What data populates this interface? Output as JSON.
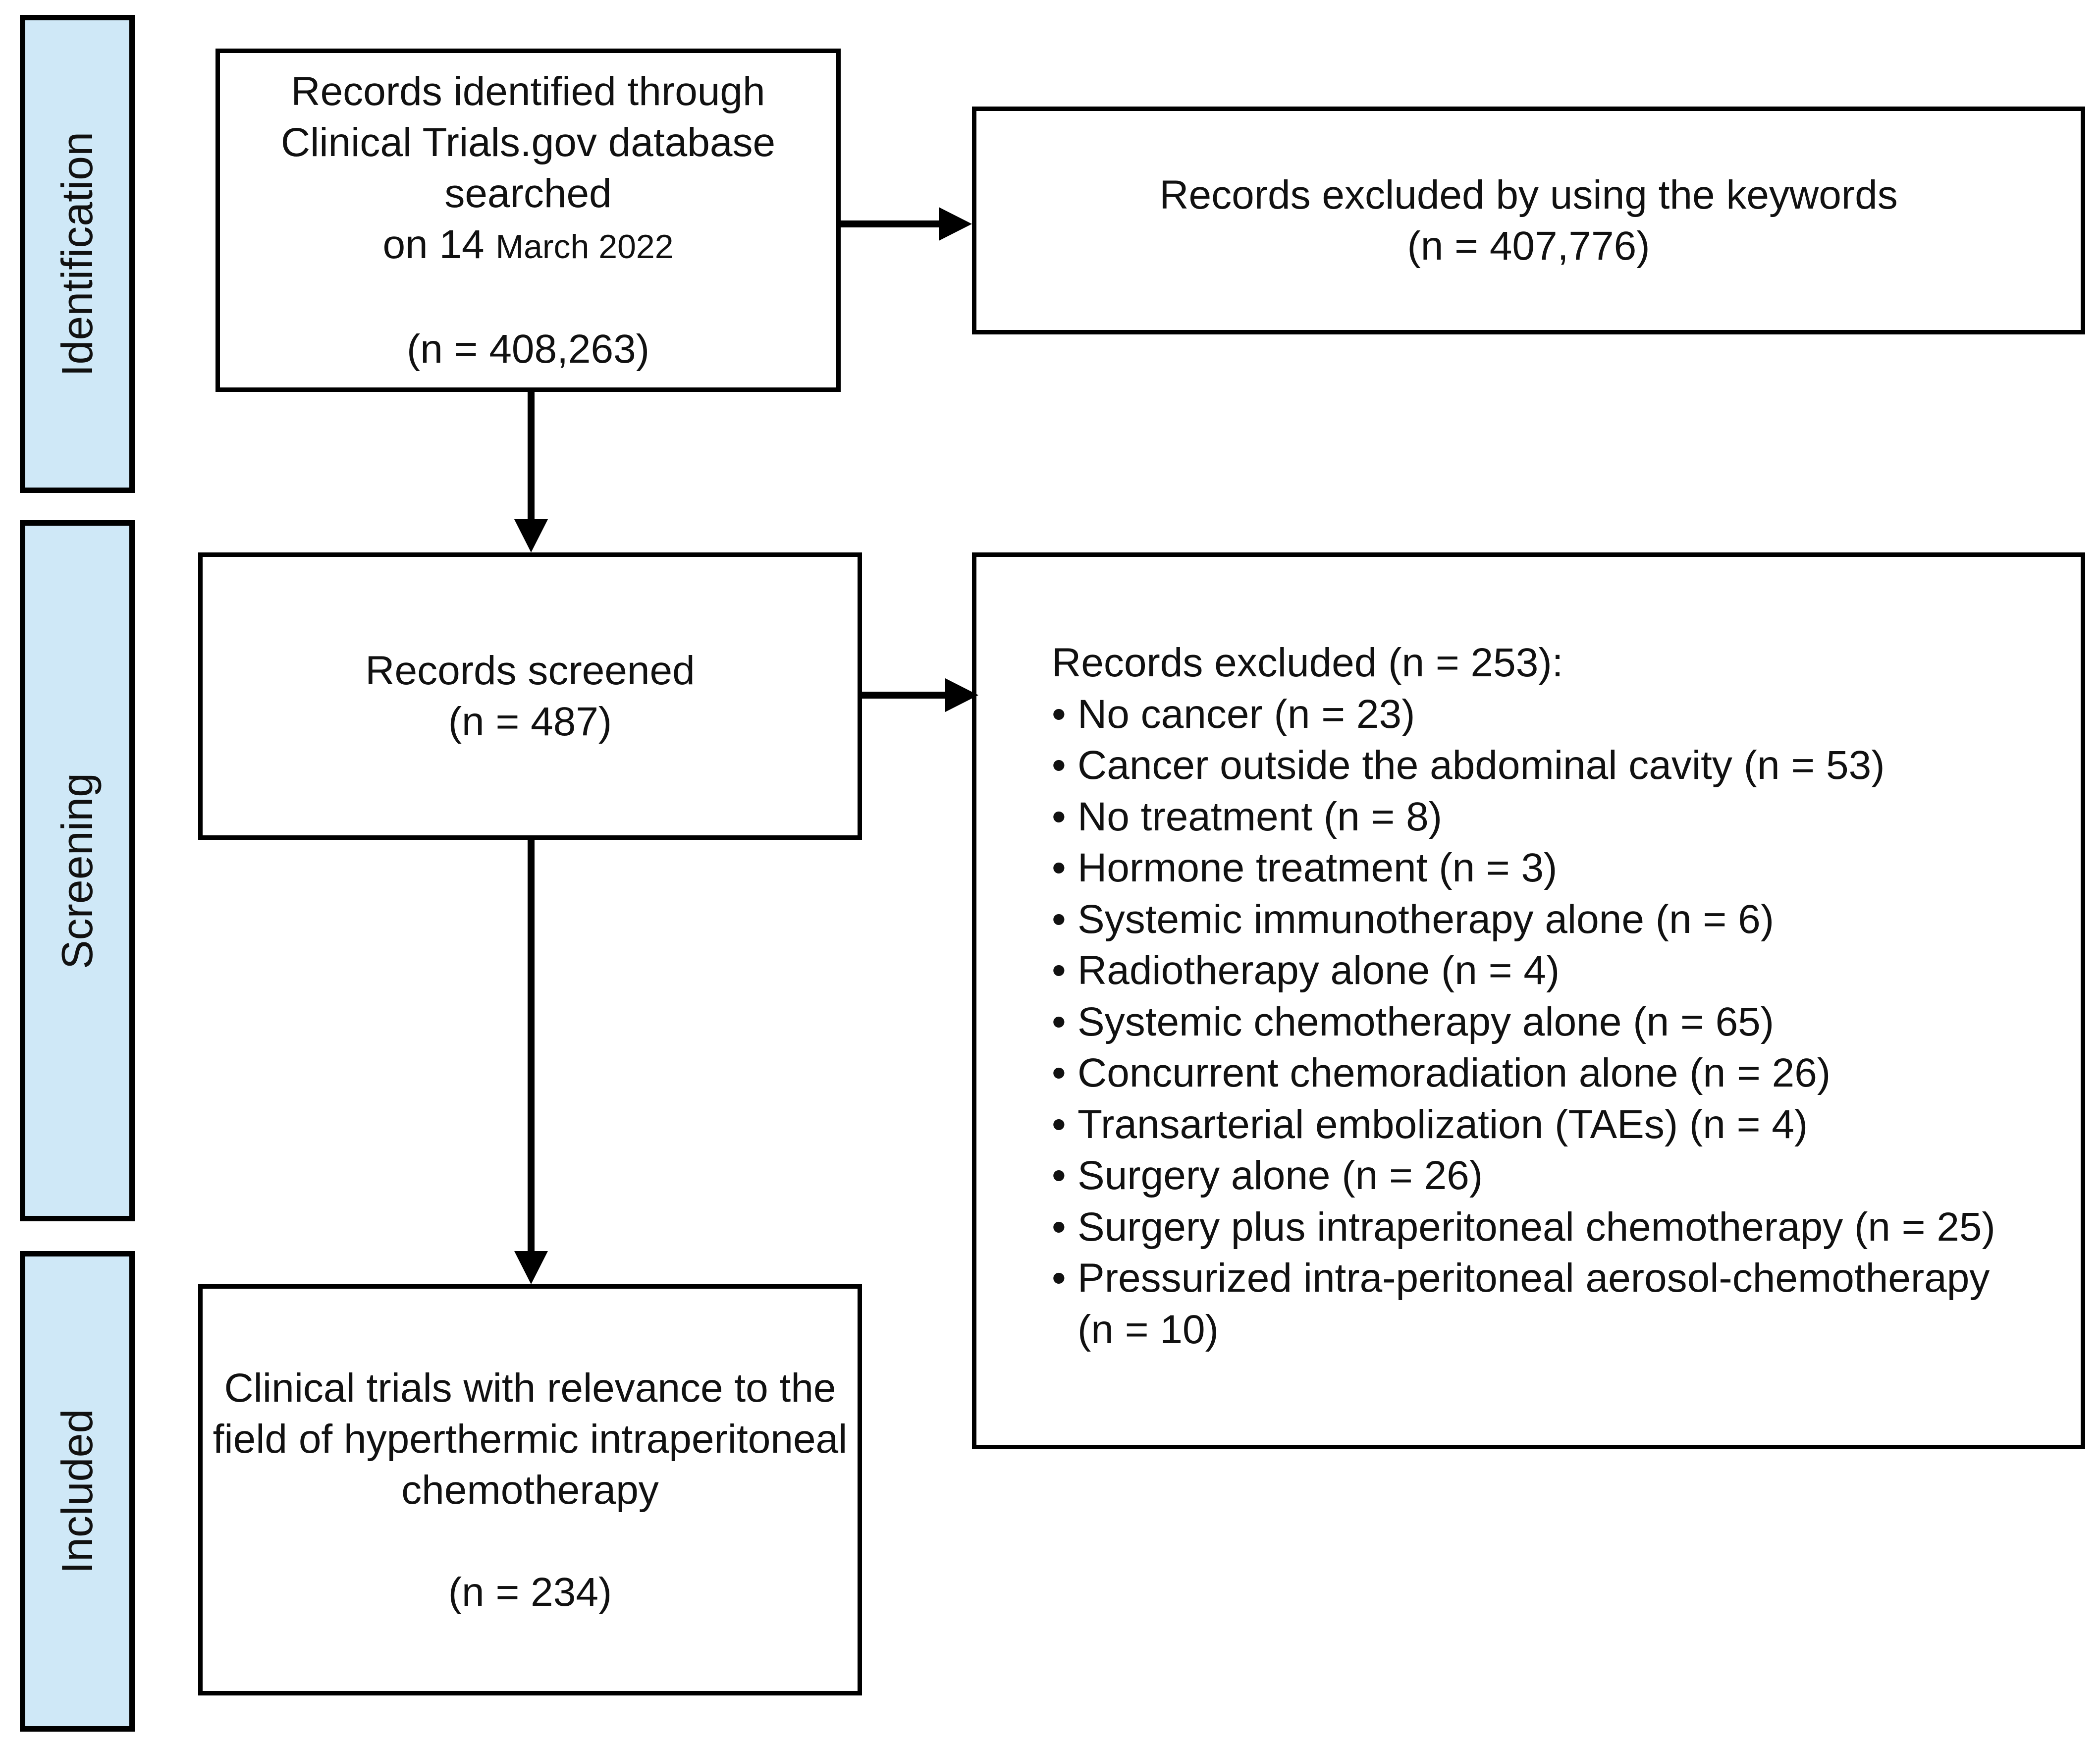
{
  "stages": {
    "identification": "Identification",
    "screening": "Screening",
    "included": "Included"
  },
  "identified": {
    "line1": "Records identified through",
    "line2": "Clinical Trials.gov database",
    "line3": "searched",
    "line4_prefix": "on 14",
    "line4_date": "March 2022",
    "count": "(n = 408,263)"
  },
  "excluded_keywords": {
    "line1": "Records excluded by using the keywords",
    "count": "(n = 407,776)"
  },
  "screened": {
    "line1": "Records screened",
    "count": "(n = 487)"
  },
  "excluded": {
    "heading": "Records excluded (n = 253):",
    "bullet": "•",
    "items": [
      "No cancer (n = 23)",
      "Cancer outside the abdominal cavity (n = 53)",
      "No treatment (n = 8)",
      "Hormone treatment (n = 3)",
      "Systemic immunotherapy alone (n = 6)",
      "Radiotherapy alone (n = 4)",
      "Systemic chemotherapy alone (n = 65)",
      "Concurrent chemoradiation alone (n = 26)",
      "Transarterial embolization (TAEs) (n = 4)",
      "Surgery alone (n = 26)",
      "Surgery plus intraperitoneal chemotherapy (n = 25)",
      "Pressurized intra-peritoneal aerosol-chemotherapy"
    ],
    "last_item_continuation": "(n = 10)"
  },
  "included": {
    "line1": "Clinical trials with relevance to the",
    "line2": "field of hyperthermic intraperitoneal",
    "line3": "chemotherapy",
    "count": "(n = 234)"
  },
  "colors": {
    "stage_fill": "#cfe8f7",
    "border": "#000000",
    "text": "#111111"
  }
}
